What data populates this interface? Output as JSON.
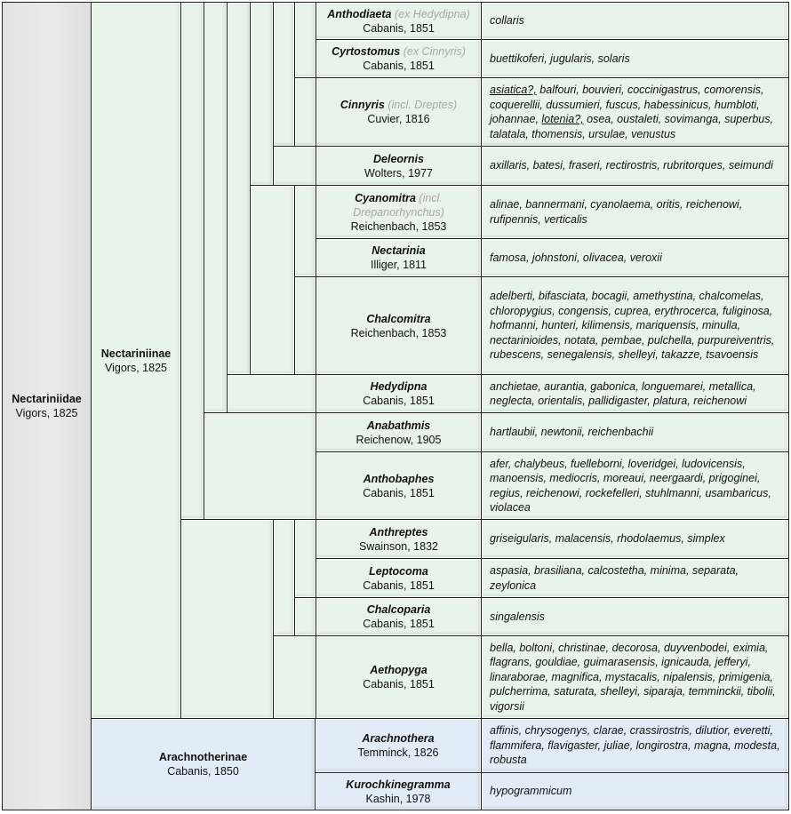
{
  "family": {
    "name": "Nectariniidae",
    "author": "Vigors, 1825"
  },
  "subfamilies": [
    {
      "name": "Nectariniinae",
      "author": "Vigors, 1825"
    },
    {
      "name": "Arachnotherinae",
      "author": "Cabanis, 1850"
    }
  ],
  "genera": [
    {
      "name": "Anthodiaeta",
      "note": "(ex Hedydipna)",
      "author": "Cabanis, 1851",
      "species": "collaris"
    },
    {
      "name": "Cyrtostomus",
      "note": "(ex Cinnyris)",
      "author": "Cabanis, 1851",
      "species": "buettikoferi, jugularis, solaris"
    },
    {
      "name": "Cinnyris",
      "note": "(incl. Dreptes)",
      "author": "Cuvier, 1816",
      "species_lead_underlined": "asiatica?,",
      "species_mid": " balfouri, bouvieri, coccinigastrus, comorensis, coquerellii, dussumieri, fuscus, habessinicus, humbloti, johannae, ",
      "species_mid_underlined": "lotenia?,",
      "species_tail": " osea, oustaleti, sovimanga, superbus, talatala, thomensis, ursulae, venustus"
    },
    {
      "name": "Deleornis",
      "note": "",
      "author": "Wolters, 1977",
      "species": "axillaris, batesi, fraseri, rectirostris, rubritorques, seimundi"
    },
    {
      "name": "Cyanomitra",
      "note": "(incl. Drepanorhynchus)",
      "author": "Reichenbach, 1853",
      "species": "alinae, bannermani, cyanolaema, oritis, reichenowi, rufipennis, verticalis"
    },
    {
      "name": "Nectarinia",
      "note": "",
      "author": "Illiger, 1811",
      "species": "famosa, johnstoni, olivacea, veroxii"
    },
    {
      "name": "Chalcomitra",
      "note": "",
      "author": "Reichenbach, 1853",
      "species": "adelberti, bifasciata, bocagii, amethystina, chalcomelas, chloropygius, congensis, cuprea, erythrocerca, fuliginosa, hofmanni, hunteri, kilimensis, mariquensis, minulla, nectarinioides, notata, pembae, pulchella, purpureiventris, rubescens, senegalensis, shelleyi, takazze, tsavoensis"
    },
    {
      "name": "Hedydipna",
      "note": "",
      "author": "Cabanis, 1851",
      "species": "anchietae, aurantia, gabonica, longuemarei, metallica, neglecta, orientalis, pallidigaster, platura, reichenowi"
    },
    {
      "name": "Anabathmis",
      "note": "",
      "author": "Reichenow, 1905",
      "species": "hartlaubii, newtonii, reichenbachii"
    },
    {
      "name": "Anthobaphes",
      "note": "",
      "author": "Cabanis, 1851",
      "species": "afer, chalybeus, fuelleborni, loveridgei, ludovicensis, manoensis, mediocris, moreaui, neergaardi, prigoginei, regius, reichenowi, rockefelleri, stuhlmanni, usambaricus, violacea"
    },
    {
      "name": "Anthreptes",
      "note": "",
      "author": "Swainson, 1832",
      "species": "griseigularis, malacensis, rhodolaemus, simplex"
    },
    {
      "name": "Leptocoma",
      "note": "",
      "author": "Cabanis, 1851",
      "species": "aspasia, brasiliana, calcostetha, minima, separata, zeylonica"
    },
    {
      "name": "Chalcoparia",
      "note": "",
      "author": "Cabanis, 1851",
      "species": "singalensis"
    },
    {
      "name": "Aethopyga",
      "note": "",
      "author": "Cabanis, 1851",
      "species": "bella, boltoni, christinae, decorosa, duyvenbodei, eximia, flagrans, gouldiae, guimarasensis, ignicauda, jefferyi, linaraborae, magnifica, mystacalis, nipalensis, primigenia, pulcherrima, saturata, shelleyi, siparaja, temminckii, tibolii, vigorsii"
    },
    {
      "name": "Arachnothera",
      "note": "",
      "author": "Temminck, 1826",
      "species": "affinis, chrysogenys, clarae, crassirostris, dilutior, everetti, flammifera, flavigaster, juliae, longirostra, magna, modesta, robusta"
    },
    {
      "name": "Kurochkinegramma",
      "note": "",
      "author": "Kashin, 1978",
      "species": "hypogrammicum"
    }
  ]
}
